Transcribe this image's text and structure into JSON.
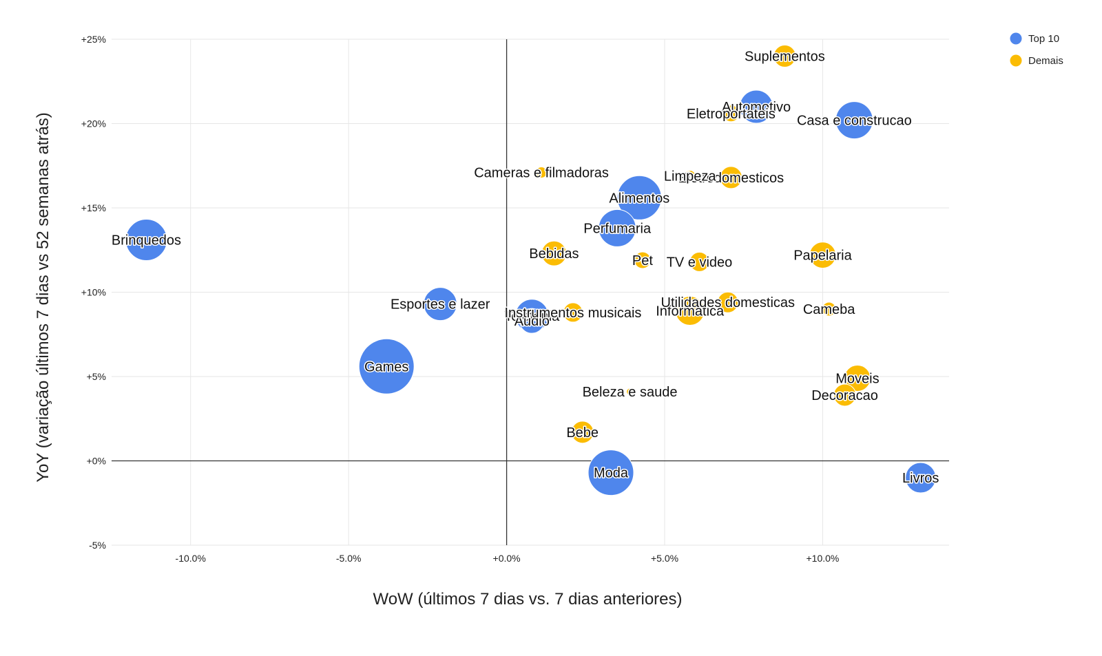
{
  "chart_data": {
    "type": "scatter",
    "xlabel": "WoW (últimos 7 dias vs. 7 dias anteriores)",
    "ylabel": "YoY (variação últimos 7 dias vs 52 semanas atrás)",
    "xlim": [
      -12.5,
      14.0
    ],
    "ylim": [
      -5,
      25
    ],
    "x_ticks": [
      -10,
      -5,
      0,
      5,
      10
    ],
    "x_tick_labels": [
      "-10.0%",
      "-5.0%",
      "+0.0%",
      "+5.0%",
      "+10.0%"
    ],
    "y_ticks": [
      -5,
      0,
      5,
      10,
      15,
      20,
      25
    ],
    "y_tick_labels": [
      "-5%",
      "+0%",
      "+5%",
      "+10%",
      "+15%",
      "+20%",
      "+25%"
    ],
    "grid": true,
    "legend_position": "top-right",
    "series": [
      {
        "name": "Top 10",
        "color": "#4F86EC",
        "points": [
          {
            "label": "Brinquedos",
            "x": -11.4,
            "y": 13.1,
            "size": 30
          },
          {
            "label": "Games",
            "x": -3.8,
            "y": 5.6,
            "size": 40
          },
          {
            "label": "Esportes e lazer",
            "x": -2.1,
            "y": 9.3,
            "size": 24
          },
          {
            "label": "Telefonia",
            "x": 0.8,
            "y": 8.6,
            "size": 24
          },
          {
            "label": "Audio",
            "x": 0.8,
            "y": 8.3,
            "size": 18
          },
          {
            "label": "Perfumaria",
            "x": 3.5,
            "y": 13.8,
            "size": 27
          },
          {
            "label": "Alimentos",
            "x": 4.2,
            "y": 15.6,
            "size": 32
          },
          {
            "label": "Moda",
            "x": 3.3,
            "y": -0.7,
            "size": 33
          },
          {
            "label": "Automotivo",
            "x": 7.9,
            "y": 21.0,
            "size": 24
          },
          {
            "label": "Casa e construcao",
            "x": 11.0,
            "y": 20.2,
            "size": 27
          },
          {
            "label": "Livros",
            "x": 13.1,
            "y": -1.0,
            "size": 22
          }
        ]
      },
      {
        "name": "Demais",
        "color": "#FBBC04",
        "points": [
          {
            "label": "Suplementos",
            "x": 8.8,
            "y": 24.0,
            "size": 16
          },
          {
            "label": "Eletroportateis",
            "x": 7.1,
            "y": 20.6,
            "size": 12
          },
          {
            "label": "Cameras e filmadoras",
            "x": 1.1,
            "y": 17.1,
            "size": 8
          },
          {
            "label": "Limpeza",
            "x": 5.8,
            "y": 16.9,
            "size": 8
          },
          {
            "label": "Eletrodomesticos",
            "x": 7.1,
            "y": 16.8,
            "size": 16
          },
          {
            "label": "Bebidas",
            "x": 1.5,
            "y": 12.3,
            "size": 18
          },
          {
            "label": "Pet",
            "x": 4.3,
            "y": 11.9,
            "size": 12
          },
          {
            "label": "TV e video",
            "x": 6.1,
            "y": 11.8,
            "size": 14
          },
          {
            "label": "Papelaria",
            "x": 10.0,
            "y": 12.2,
            "size": 19
          },
          {
            "label": "Instrumentos musicais",
            "x": 2.1,
            "y": 8.8,
            "size": 14
          },
          {
            "label": "Utilidades domesticas",
            "x": 7.0,
            "y": 9.4,
            "size": 15
          },
          {
            "label": "Informatica",
            "x": 5.8,
            "y": 8.9,
            "size": 21
          },
          {
            "label": "Cameba",
            "x": 10.2,
            "y": 9.0,
            "size": 10
          },
          {
            "label": "Moveis",
            "x": 11.1,
            "y": 4.9,
            "size": 19
          },
          {
            "label": "Decoracao",
            "x": 10.7,
            "y": 3.9,
            "size": 16
          },
          {
            "label": "Beleza e saude",
            "x": 3.9,
            "y": 4.1,
            "size": 5
          },
          {
            "label": "Bebe",
            "x": 2.4,
            "y": 1.7,
            "size": 16
          }
        ]
      }
    ]
  }
}
